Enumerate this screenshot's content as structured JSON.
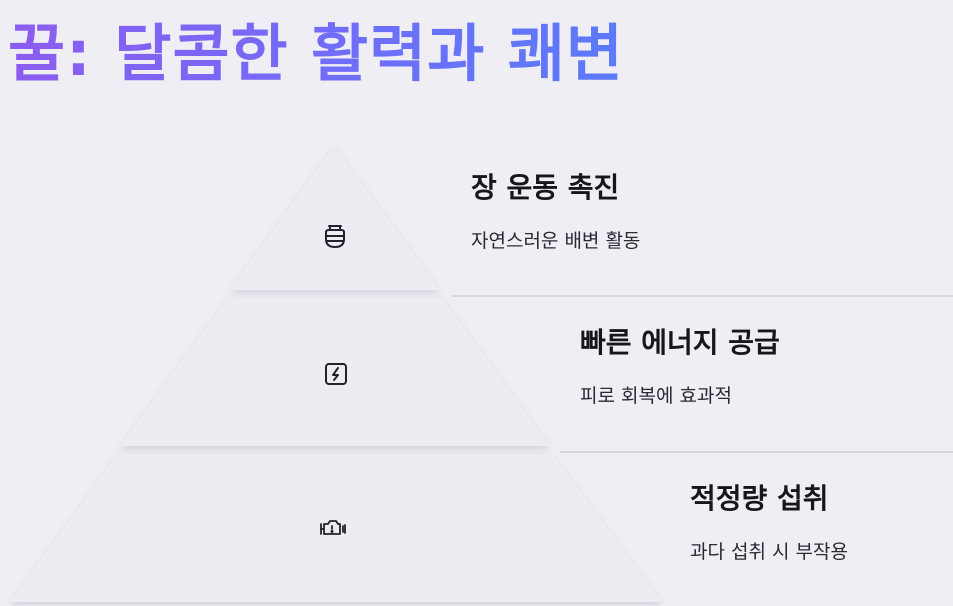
{
  "title": "꿀: 달콤한 활력과 쾌변",
  "colors": {
    "background": "#eeeef4",
    "title_gradient_start": "#8d5cf0",
    "title_gradient_end": "#5b7af9",
    "layer_fill": "#ececf2",
    "connector_line": "#c9c9d0"
  },
  "layers": [
    {
      "icon": "honey-pot-icon",
      "heading": "장 운동 촉진",
      "description": "자연스러운 배변 활동"
    },
    {
      "icon": "lightning-bolt-icon",
      "heading": "빠른 에너지 공급",
      "description": "피로 회복에 효과적"
    },
    {
      "icon": "engine-warning-icon",
      "heading": "적정량 섭취",
      "description": "과다 섭취 시 부작용"
    }
  ]
}
